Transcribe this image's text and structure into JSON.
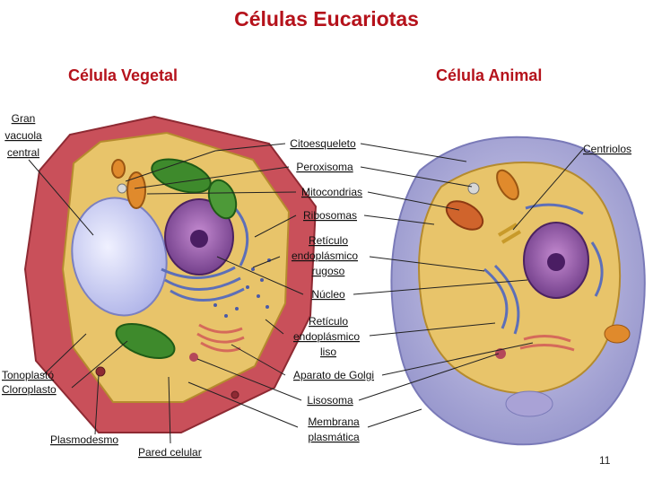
{
  "title": "Células Eucariotas",
  "left_heading": "Célula Vegetal",
  "right_heading": "Célula Animal",
  "labels": {
    "gran_vacuola": [
      "Gran",
      "vacuola",
      "central"
    ],
    "citoesqueleto": "Citoesqueleto",
    "peroxisoma": "Peroxisoma",
    "mitocondrias": "Mitocondrias",
    "ribosomas": "Ribosomas",
    "reticulo_rugoso": [
      "Retículo",
      "endoplásmico",
      "rugoso"
    ],
    "nucleo": "Núcleo",
    "reticulo_liso": [
      "Retículo",
      "endoplásmico",
      "liso"
    ],
    "golgi": "Aparato de Golgi",
    "lisosoma": "Lisosoma",
    "membrana": [
      "Membrana",
      "plasmática"
    ],
    "centriolos": "Centriolos",
    "tonoplasto": "Tonoplastó",
    "cloroplasto": "Cloroplasto",
    "plasmodesmo": "Plasmodesmo",
    "pared": "Pared celular"
  },
  "page_number": "11",
  "colors": {
    "heading": "#b5121b",
    "cell_wall": "#c9505a",
    "cytoplasm": "#e8c46a",
    "vacuole": "#c9cdf2",
    "nucleus": "#8a4a9a",
    "chloroplast": "#3e8a2c",
    "animal_membrane": "#b7b7dc"
  }
}
